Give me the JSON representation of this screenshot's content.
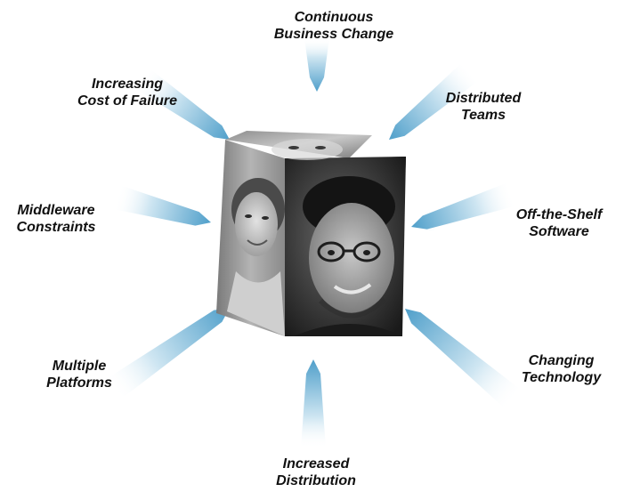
{
  "diagram": {
    "labels": {
      "continuous_business_change": [
        "Continuous",
        "Business Change"
      ],
      "increasing_cost_of_failure": [
        "Increasing",
        "Cost of Failure"
      ],
      "distributed_teams": [
        "Distributed",
        "Teams"
      ],
      "middleware_constraints": [
        "Middleware",
        "Constraints"
      ],
      "off_the_shelf_software": [
        "Off-the-Shelf",
        "Software"
      ],
      "multiple_platforms": [
        "Multiple",
        "Platforms"
      ],
      "changing_technology": [
        "Changing",
        "Technology"
      ],
      "increased_distribution": [
        "Increased",
        "Distribution"
      ]
    },
    "colors": {
      "arrow_dark": "#4f9fca",
      "arrow_light": "#ffffff",
      "cube_front": "#3a3a3a",
      "cube_left": "#9a9a9a",
      "cube_top": "#b5b5b5"
    },
    "icons": {
      "cube": "cube-icon",
      "face": "face-icon",
      "arrow": "arrow-icon"
    }
  }
}
